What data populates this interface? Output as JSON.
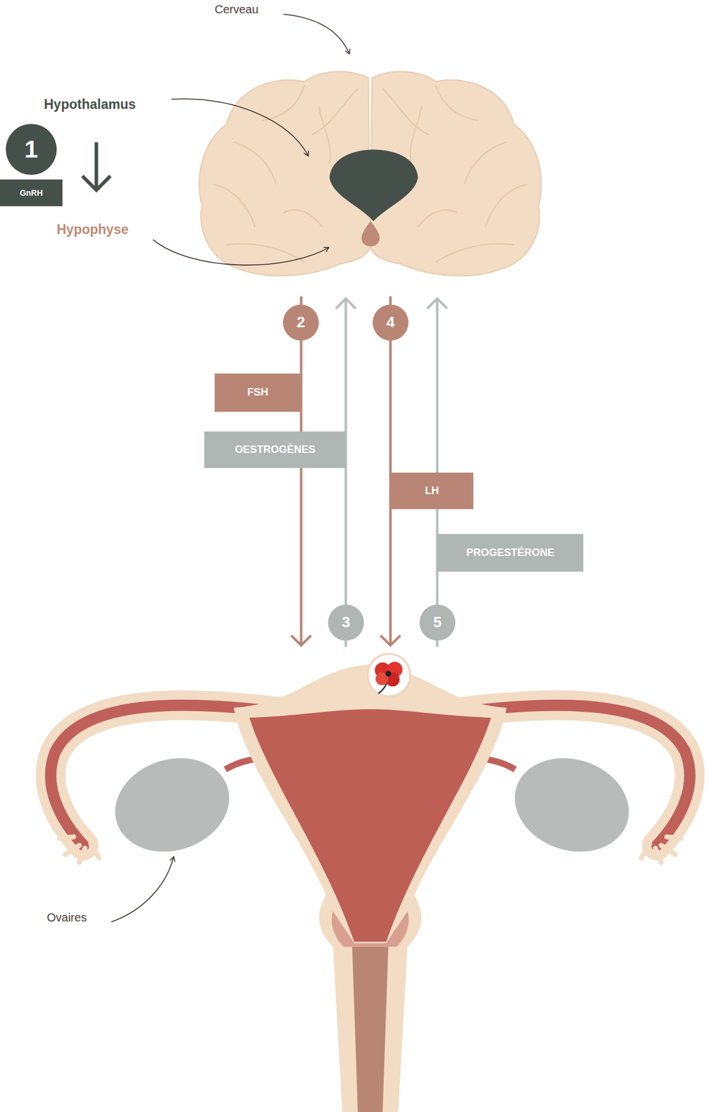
{
  "diagram": {
    "nodes": [
      {
        "text": [
          "1"
        ]
      },
      {
        "text": [
          "GnRH"
        ]
      },
      {
        "text": [
          "2"
        ]
      },
      {
        "text": [
          "4"
        ]
      },
      {
        "text": [
          "FSH"
        ]
      },
      {
        "text": [
          "OESTROGÈNES"
        ]
      },
      {
        "text": [
          "LH"
        ]
      },
      {
        "text": [
          "PROGESTÉRONE"
        ]
      },
      {
        "text": [
          "3"
        ]
      },
      {
        "text": [
          "5"
        ]
      }
    ],
    "labels": [
      "Cerveau",
      "Hypothalamus",
      "Hypophyse",
      "Ovaires"
    ]
  }
}
